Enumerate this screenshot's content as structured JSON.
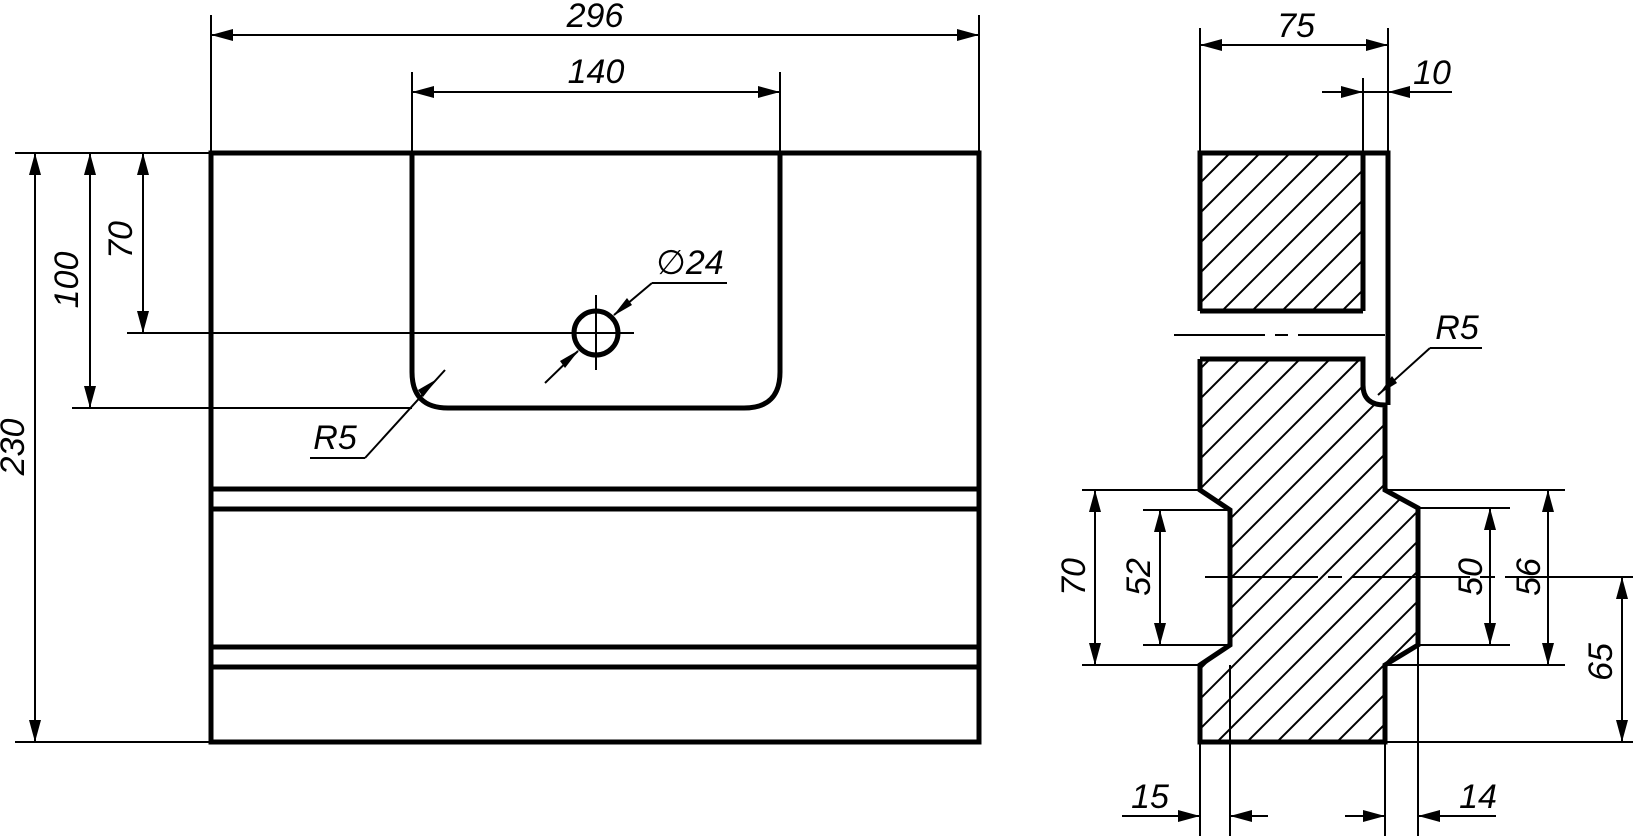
{
  "front_view": {
    "dim_overall_width": "296",
    "dim_pocket_width": "140",
    "dim_hole_diameter": "∅24",
    "dim_pocket_radius": "R5",
    "dim_overall_height": "230",
    "dim_pocket_depth": "100",
    "dim_hole_center": "70"
  },
  "section_view": {
    "dim_total_width": "75",
    "dim_offset": "10",
    "dim_radius": "R5",
    "dim_slot_left_outer": "70",
    "dim_slot_left_inner": "52",
    "dim_slot_right_inner": "50",
    "dim_slot_right_outer": "56",
    "dim_center_height": "65",
    "dim_bottom_left": "15",
    "dim_bottom_right": "14"
  },
  "colors": {
    "line": "#000000",
    "background": "#ffffff"
  }
}
